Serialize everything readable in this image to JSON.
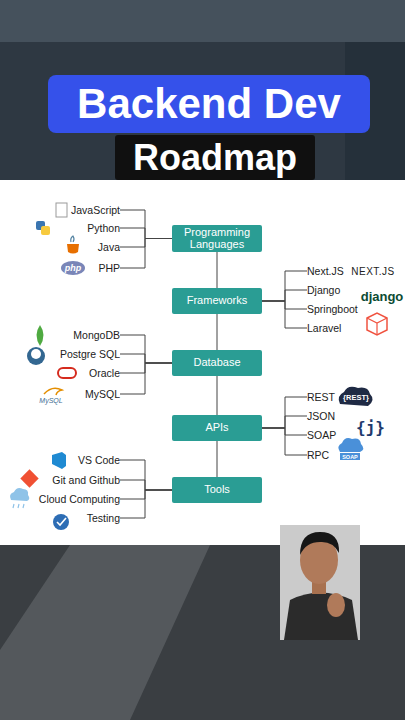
{
  "diagram": {
    "nodes": [
      {
        "text": [
          "Backend Dev"
        ]
      },
      {
        "text": [
          "Roadmap"
        ]
      },
      {
        "text": [
          "Programming Languages"
        ]
      },
      {
        "text": [
          "JavaScript"
        ]
      },
      {
        "text": [
          "Python"
        ]
      },
      {
        "text": [
          "Java"
        ]
      },
      {
        "text": [
          "PHP"
        ]
      },
      {
        "text": [
          "Frameworks"
        ]
      },
      {
        "text": [
          "Next.JS"
        ]
      },
      {
        "text": [
          "Django"
        ]
      },
      {
        "text": [
          "Springboot"
        ]
      },
      {
        "text": [
          "Laravel"
        ]
      },
      {
        "text": [
          "Database"
        ]
      },
      {
        "text": [
          "MongoDB"
        ]
      },
      {
        "text": [
          "Postgre SQL"
        ]
      },
      {
        "text": [
          "Oracle"
        ]
      },
      {
        "text": [
          "MySQL"
        ]
      },
      {
        "text": [
          "APIs"
        ]
      },
      {
        "text": [
          "REST"
        ]
      },
      {
        "text": [
          "JSON"
        ]
      },
      {
        "text": [
          "SOAP"
        ]
      },
      {
        "text": [
          "RPC"
        ]
      },
      {
        "text": [
          "Tools"
        ]
      },
      {
        "text": [
          "VS Code"
        ]
      },
      {
        "text": [
          "Git and Github"
        ]
      },
      {
        "text": [
          "Cloud Computing"
        ]
      },
      {
        "text": [
          "Testing"
        ]
      }
    ],
    "edges": [
      {
        "from": 2,
        "to": 7,
        "arrow": "none"
      },
      {
        "from": 7,
        "to": 12,
        "arrow": "none"
      },
      {
        "from": 12,
        "to": 17,
        "arrow": "none"
      },
      {
        "from": 17,
        "to": 22,
        "arrow": "none"
      },
      {
        "from": 2,
        "to": 3,
        "arrow": "none"
      },
      {
        "from": 2,
        "to": 4,
        "arrow": "none"
      },
      {
        "from": 2,
        "to": 5,
        "arrow": "none"
      },
      {
        "from": 2,
        "to": 6,
        "arrow": "none"
      },
      {
        "from": 7,
        "to": 8,
        "arrow": "none"
      },
      {
        "from": 7,
        "to": 9,
        "arrow": "none"
      },
      {
        "from": 7,
        "to": 10,
        "arrow": "none"
      },
      {
        "from": 7,
        "to": 11,
        "arrow": "none"
      },
      {
        "from": 12,
        "to": 13,
        "arrow": "none"
      },
      {
        "from": 12,
        "to": 14,
        "arrow": "none"
      },
      {
        "from": 12,
        "to": 15,
        "arrow": "none"
      },
      {
        "from": 12,
        "to": 16,
        "arrow": "none"
      },
      {
        "from": 17,
        "to": 18,
        "arrow": "none"
      },
      {
        "from": 17,
        "to": 19,
        "arrow": "none"
      },
      {
        "from": 17,
        "to": 20,
        "arrow": "none"
      },
      {
        "from": 17,
        "to": 21,
        "arrow": "none"
      },
      {
        "from": 22,
        "to": 23,
        "arrow": "none"
      },
      {
        "from": 22,
        "to": 24,
        "arrow": "none"
      },
      {
        "from": 22,
        "to": 25,
        "arrow": "none"
      },
      {
        "from": 22,
        "to": 26,
        "arrow": "none"
      }
    ],
    "labels": [
      "php",
      "NEXT.JS",
      "django",
      "{REST}",
      "{j}",
      "SOAP",
      "MySQL"
    ]
  }
}
